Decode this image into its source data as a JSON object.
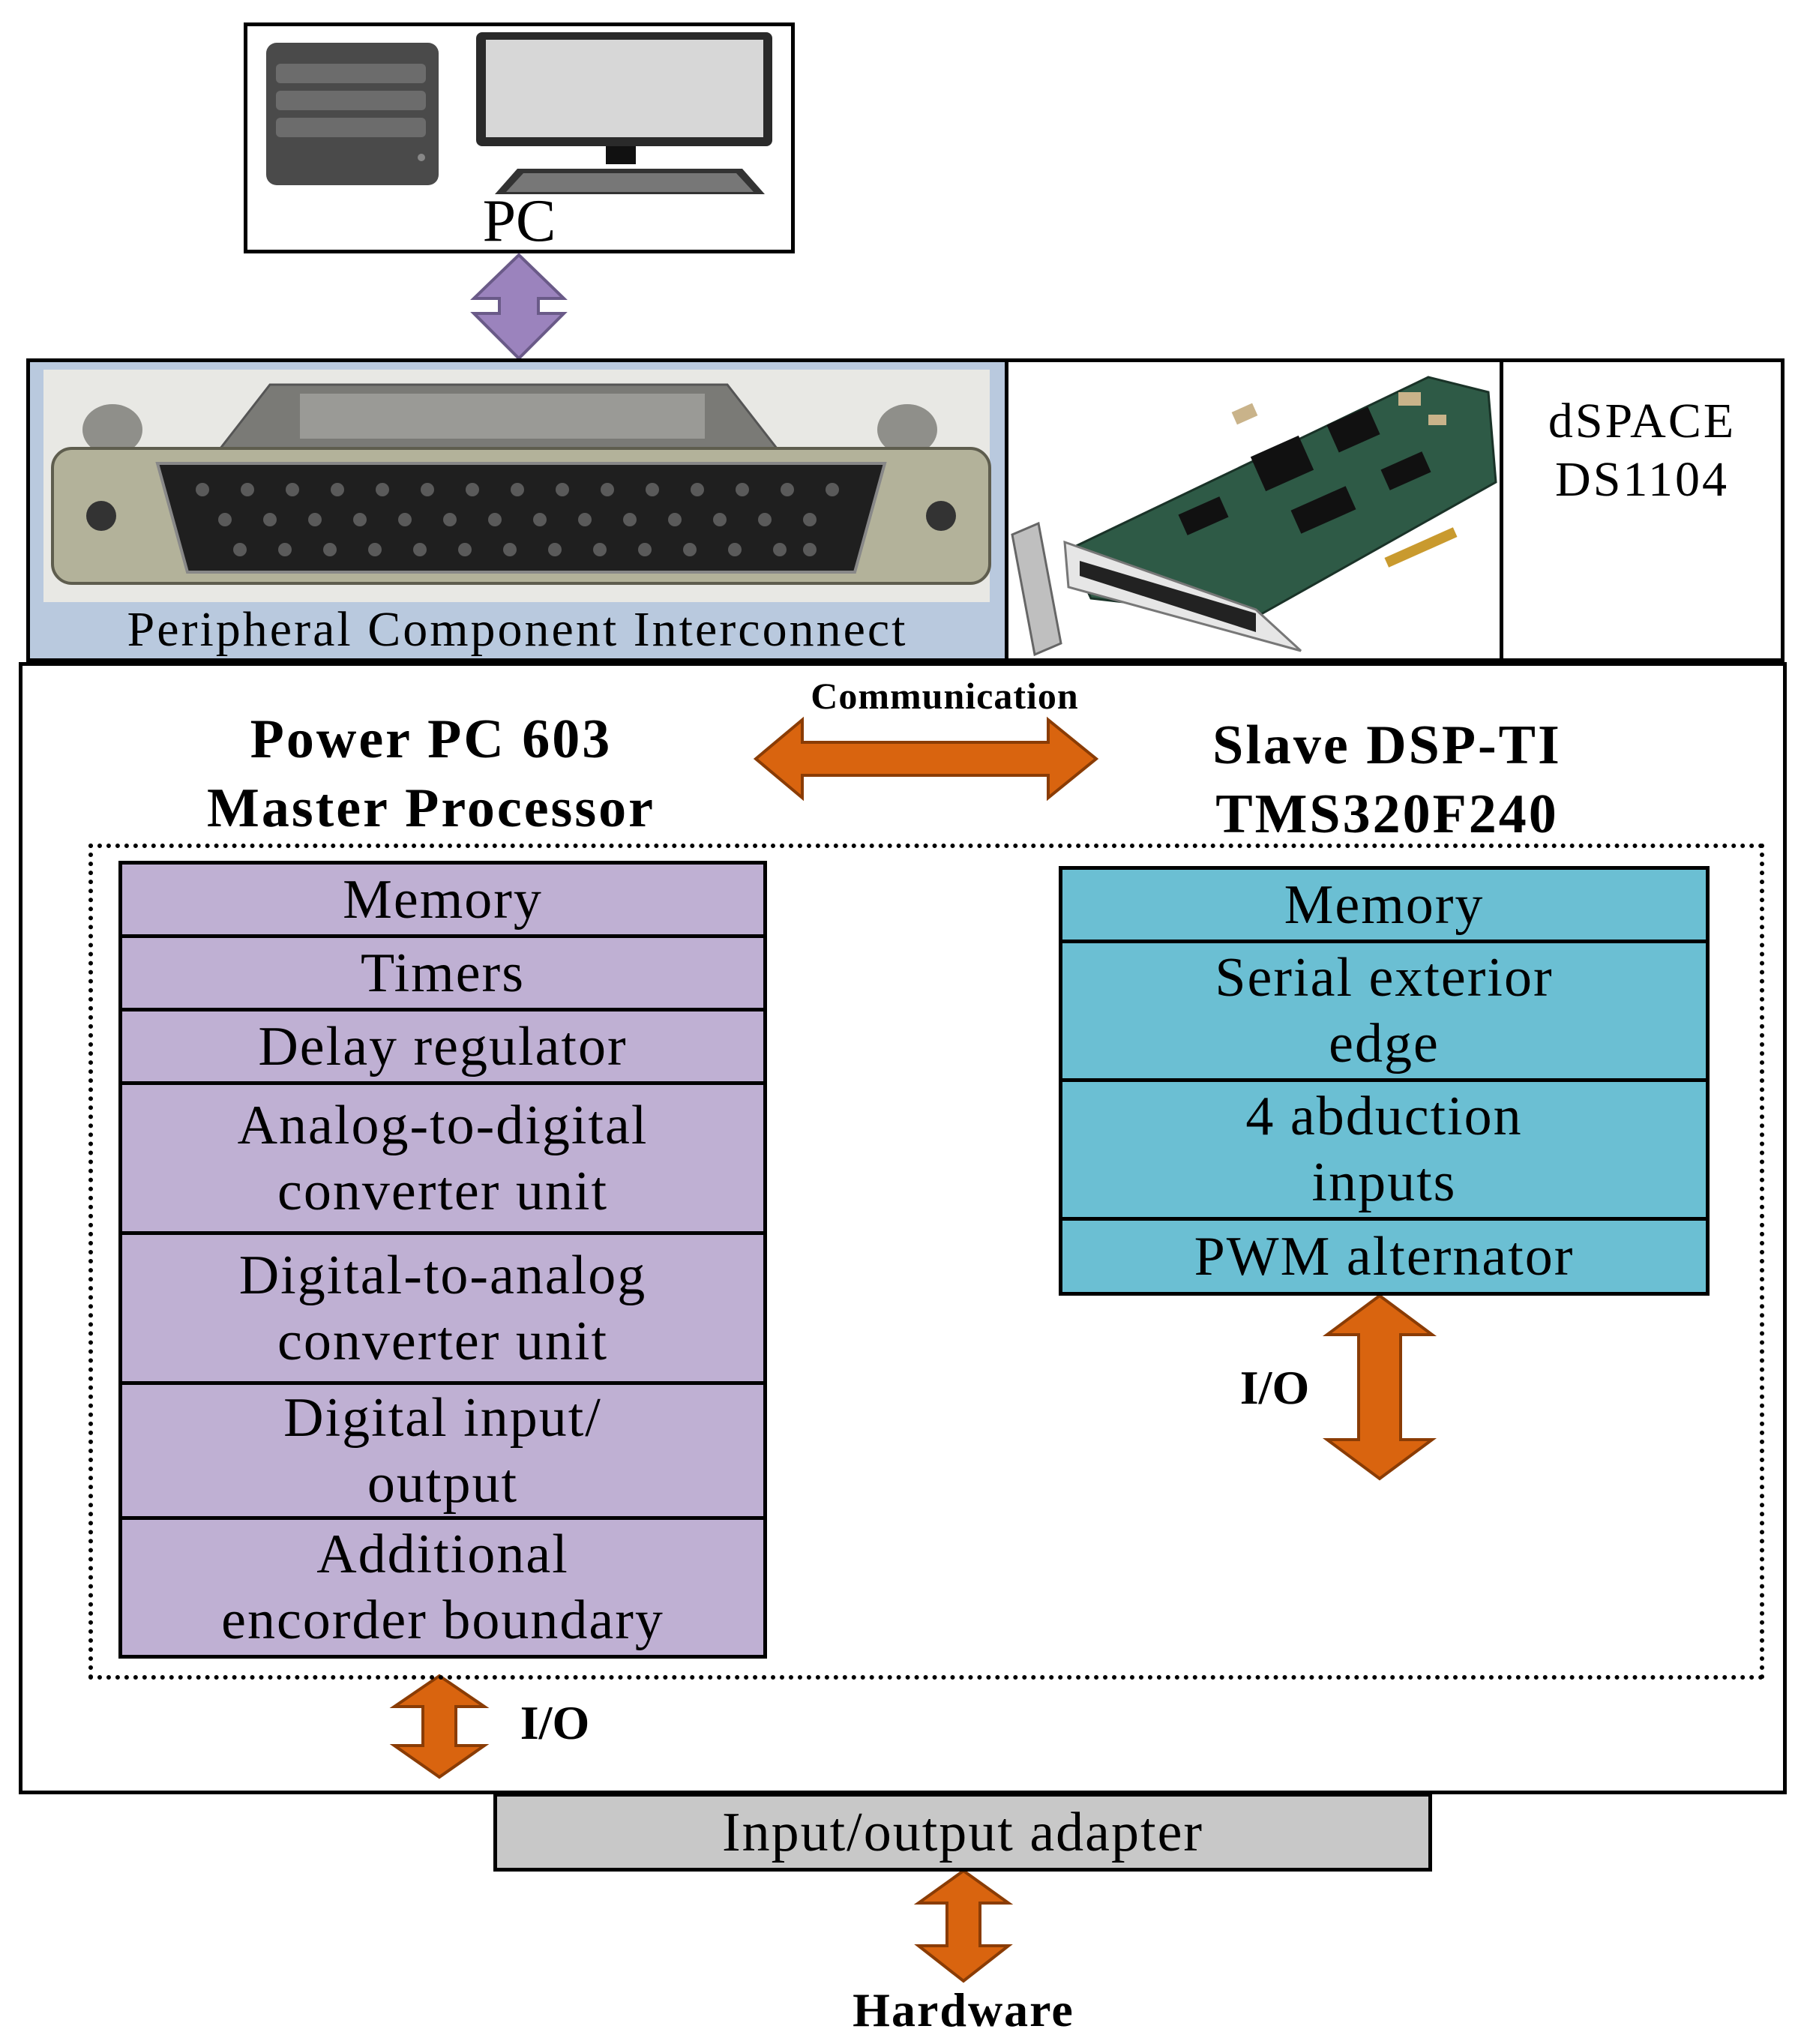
{
  "pc": {
    "label": "PC"
  },
  "pci": {
    "label": "Peripheral Component Interconnect"
  },
  "dspace": {
    "line1": "dSPACE",
    "line2": "DS1104"
  },
  "communication": {
    "label": "Communication"
  },
  "master": {
    "line1": "Power PC 603",
    "line2": "Master Processor"
  },
  "slave": {
    "line1": "Slave DSP-TI",
    "line2": "TMS320F240"
  },
  "master_blocks": [
    {
      "line1": "Memory",
      "line2": ""
    },
    {
      "line1": "Timers",
      "line2": ""
    },
    {
      "line1": "Delay regulator",
      "line2": ""
    },
    {
      "line1": "Analog-to-digital",
      "line2": "converter unit"
    },
    {
      "line1": "Digital-to-analog",
      "line2": "converter unit"
    },
    {
      "line1": "Digital input/",
      "line2": "output"
    },
    {
      "line1": "Additional",
      "line2": "encorder boundary"
    }
  ],
  "slave_blocks": [
    {
      "line1": "Memory",
      "line2": ""
    },
    {
      "line1": "Serial exterior",
      "line2": "edge"
    },
    {
      "line1": "4 abduction",
      "line2": "inputs"
    },
    {
      "line1": "PWM alternator",
      "line2": ""
    }
  ],
  "io_slave": {
    "label": "I/O"
  },
  "io_master": {
    "label": "I/O"
  },
  "adapter": {
    "label": "Input/output adapter"
  },
  "hardware": {
    "label": "Hardware"
  },
  "colors": {
    "master_fill": "#bfb0d3",
    "slave_fill": "#6bbfd3",
    "adapter_fill": "#c8c8c8",
    "orange_arrow": "#d9640f",
    "purple_arrow": "#9b83bd",
    "pci_frame": "#b9c9de"
  }
}
